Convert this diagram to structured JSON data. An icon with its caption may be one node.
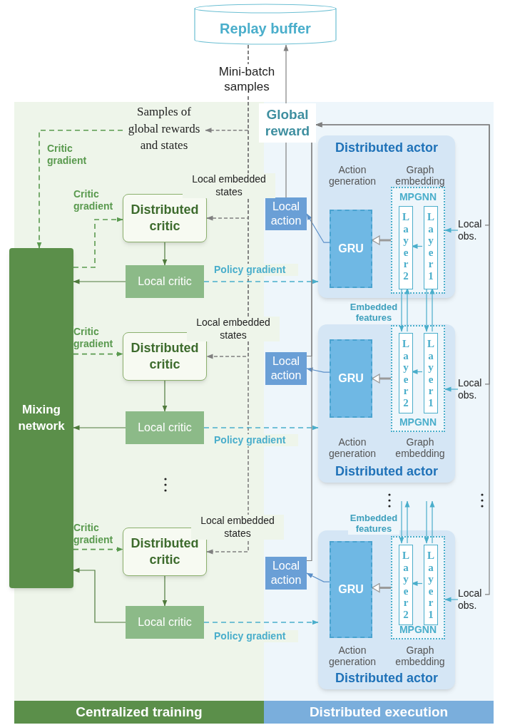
{
  "diagram": {
    "nodes": [
      {
        "text": [
          "Replay buffer"
        ]
      },
      {
        "text": [
          "Centralized training"
        ]
      },
      {
        "text": [
          "Distributed execution"
        ]
      },
      {
        "text": [
          "Global reward"
        ]
      },
      {
        "text": [
          "Samples of global rewards and states"
        ],
        "in": 1
      },
      {
        "text": [
          "Mixing network"
        ]
      },
      {
        "text": [
          "Distributed critic"
        ],
        "in": 1
      },
      {
        "text": [
          "Local critic"
        ],
        "in": 1
      },
      {
        "text": [
          "Distributed critic"
        ],
        "in": 1
      },
      {
        "text": [
          "Local critic"
        ],
        "in": 1
      },
      {
        "text": [
          "Distributed critic"
        ],
        "in": 1
      },
      {
        "text": [
          "Local critic"
        ],
        "in": 1
      },
      {
        "text": [
          "Distributed actor"
        ],
        "in": 2
      },
      {
        "text": [
          "GRU"
        ],
        "beside": [
          "Action generation"
        ],
        "in": 12
      },
      {
        "text": [
          "MPGNN"
        ],
        "beside": [
          "Graph embedding"
        ],
        "in": 12
      },
      {
        "text": [
          "Layer 2"
        ],
        "in": 14
      },
      {
        "text": [
          "Layer 1"
        ],
        "in": 14
      },
      {
        "text": [
          "Local action"
        ],
        "in": 2
      },
      {
        "text": [
          "Local obs."
        ],
        "in": 2
      },
      {
        "text": [
          "Distributed actor"
        ],
        "in": 2
      },
      {
        "text": [
          "GRU"
        ],
        "beside": [
          "Action generation"
        ],
        "in": 19
      },
      {
        "text": [
          "MPGNN"
        ],
        "beside": [
          "Graph embedding"
        ],
        "in": 19
      },
      {
        "text": [
          "Layer 2"
        ],
        "in": 21
      },
      {
        "text": [
          "Layer 1"
        ],
        "in": 21
      },
      {
        "text": [
          "Local action"
        ],
        "in": 2
      },
      {
        "text": [
          "Local obs."
        ],
        "in": 2
      },
      {
        "text": [
          "Distributed actor"
        ],
        "in": 2
      },
      {
        "text": [
          "GRU"
        ],
        "beside": [
          "Action generation"
        ],
        "in": 26
      },
      {
        "text": [
          "MPGNN"
        ],
        "beside": [
          "Graph embedding"
        ],
        "in": 26
      },
      {
        "text": [
          "Layer 2"
        ],
        "in": 28
      },
      {
        "text": [
          "Layer 1"
        ],
        "in": 28
      },
      {
        "text": [
          "Local action"
        ],
        "in": 2
      },
      {
        "text": [
          "Local obs."
        ],
        "in": 2
      }
    ],
    "edges": [
      {
        "from": 0,
        "to": 4,
        "arrow": "to",
        "label": "Mini-batch samples",
        "style": "dashed",
        "color": "#808080"
      },
      {
        "from": 0,
        "to": 6,
        "arrow": "to",
        "label": "Local embedded states",
        "style": "dashed",
        "color": "#808080"
      },
      {
        "from": 0,
        "to": 8,
        "arrow": "to",
        "label": "Local embedded states",
        "style": "dashed",
        "color": "#808080"
      },
      {
        "from": 0,
        "to": 10,
        "arrow": "to",
        "label": "Local embedded states",
        "style": "dashed",
        "color": "#808080"
      },
      {
        "from": 4,
        "to": 5,
        "arrow": "to",
        "label": "Critic gradient",
        "style": "dashed",
        "color": "#5a9a4f"
      },
      {
        "from": 5,
        "to": 6,
        "arrow": "to",
        "label": "Critic gradient",
        "style": "dashed",
        "color": "#5a9a4f"
      },
      {
        "from": 5,
        "to": 8,
        "arrow": "to",
        "label": "Critic gradient",
        "style": "dashed",
        "color": "#5a9a4f"
      },
      {
        "from": 5,
        "to": 10,
        "arrow": "to",
        "label": "Critic gradient",
        "style": "dashed",
        "color": "#5a9a4f"
      },
      {
        "from": 6,
        "to": 7,
        "arrow": "to",
        "color": "#4f7a3c"
      },
      {
        "from": 7,
        "to": 5,
        "arrow": "to",
        "color": "#4f7a3c"
      },
      {
        "from": 7,
        "to": 12,
        "arrow": "to",
        "label": "Policy gradient",
        "style": "dashed"
      },
      {
        "from": 8,
        "to": 9,
        "arrow": "to",
        "color": "#4f7a3c"
      },
      {
        "from": 9,
        "to": 5,
        "arrow": "to",
        "color": "#4f7a3c"
      },
      {
        "from": 9,
        "to": 19,
        "arrow": "to",
        "label": "Policy gradient",
        "style": "dashed"
      },
      {
        "from": 10,
        "to": 11,
        "arrow": "to",
        "color": "#4f7a3c"
      },
      {
        "from": 11,
        "to": 5,
        "arrow": "to",
        "color": "#4f7a3c"
      },
      {
        "from": 11,
        "to": 26,
        "arrow": "to",
        "label": "Policy gradient",
        "style": "dashed"
      },
      {
        "from": 13,
        "to": 17,
        "arrow": "to",
        "color": "#5b8fc8"
      },
      {
        "from": 14,
        "to": 13,
        "arrow": "to",
        "style": "thick",
        "color": "#9a9a9a"
      },
      {
        "from": 16,
        "to": 15,
        "arrow": "to"
      },
      {
        "from": 18,
        "to": 14,
        "arrow": "to"
      },
      {
        "from": 18,
        "to": 3,
        "arrow": "to",
        "color": "#808080"
      },
      {
        "from": 17,
        "to": 3,
        "arrow": "none",
        "color": "#808080"
      },
      {
        "from": 20,
        "to": 24,
        "arrow": "to",
        "color": "#5b8fc8"
      },
      {
        "from": 21,
        "to": 20,
        "arrow": "to",
        "style": "thick",
        "color": "#9a9a9a"
      },
      {
        "from": 23,
        "to": 22,
        "arrow": "to"
      },
      {
        "from": 25,
        "to": 21,
        "arrow": "to"
      },
      {
        "from": 25,
        "to": 3,
        "arrow": "to",
        "color": "#808080"
      },
      {
        "from": 24,
        "to": 3,
        "arrow": "none",
        "color": "#808080"
      },
      {
        "from": 27,
        "to": 31,
        "arrow": "to",
        "color": "#5b8fc8"
      },
      {
        "from": 28,
        "to": 27,
        "arrow": "to",
        "style": "thick",
        "color": "#9a9a9a"
      },
      {
        "from": 30,
        "to": 29,
        "arrow": "to"
      },
      {
        "from": 32,
        "to": 28,
        "arrow": "to"
      },
      {
        "from": 32,
        "to": 3,
        "arrow": "to",
        "color": "#808080"
      },
      {
        "from": 31,
        "to": 3,
        "arrow": "none",
        "color": "#808080"
      },
      {
        "from": 3,
        "to": 0,
        "arrow": "to",
        "color": "#808080"
      },
      {
        "from": 15,
        "to": 22,
        "arrow": "to"
      },
      {
        "from": 22,
        "to": 15,
        "arrow": "to"
      },
      {
        "from": 16,
        "to": 23,
        "arrow": "to"
      },
      {
        "from": 23,
        "to": 16,
        "arrow": "to"
      },
      {
        "from": null,
        "to": 29,
        "arrow": "to"
      },
      {
        "from": 29,
        "to": null,
        "arrow": "to"
      },
      {
        "from": null,
        "to": 30,
        "arrow": "to"
      },
      {
        "from": 30,
        "to": null,
        "arrow": "to"
      }
    ],
    "labels": [
      "Embedded features",
      "Embedded features"
    ]
  }
}
